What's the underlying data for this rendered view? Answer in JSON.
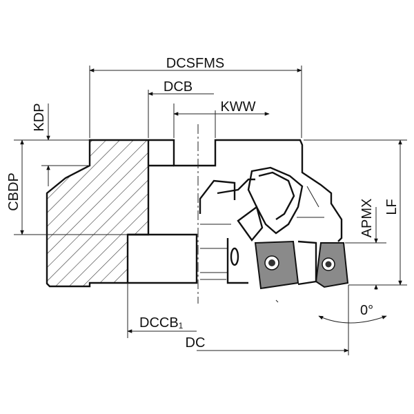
{
  "labels": {
    "dcsfms": "DCSFMS",
    "dcb": "DCB",
    "kww": "KWW",
    "kdp": "KDP",
    "cbdp": "CBDP",
    "apmx": "APMX",
    "lf": "LF",
    "dccb": "DCCB",
    "dccb_sub": "1",
    "dc": "DC",
    "angle": "0°"
  },
  "colors": {
    "line": "#111111",
    "insert_fill": "#8a8a8a",
    "background": "#ffffff"
  }
}
